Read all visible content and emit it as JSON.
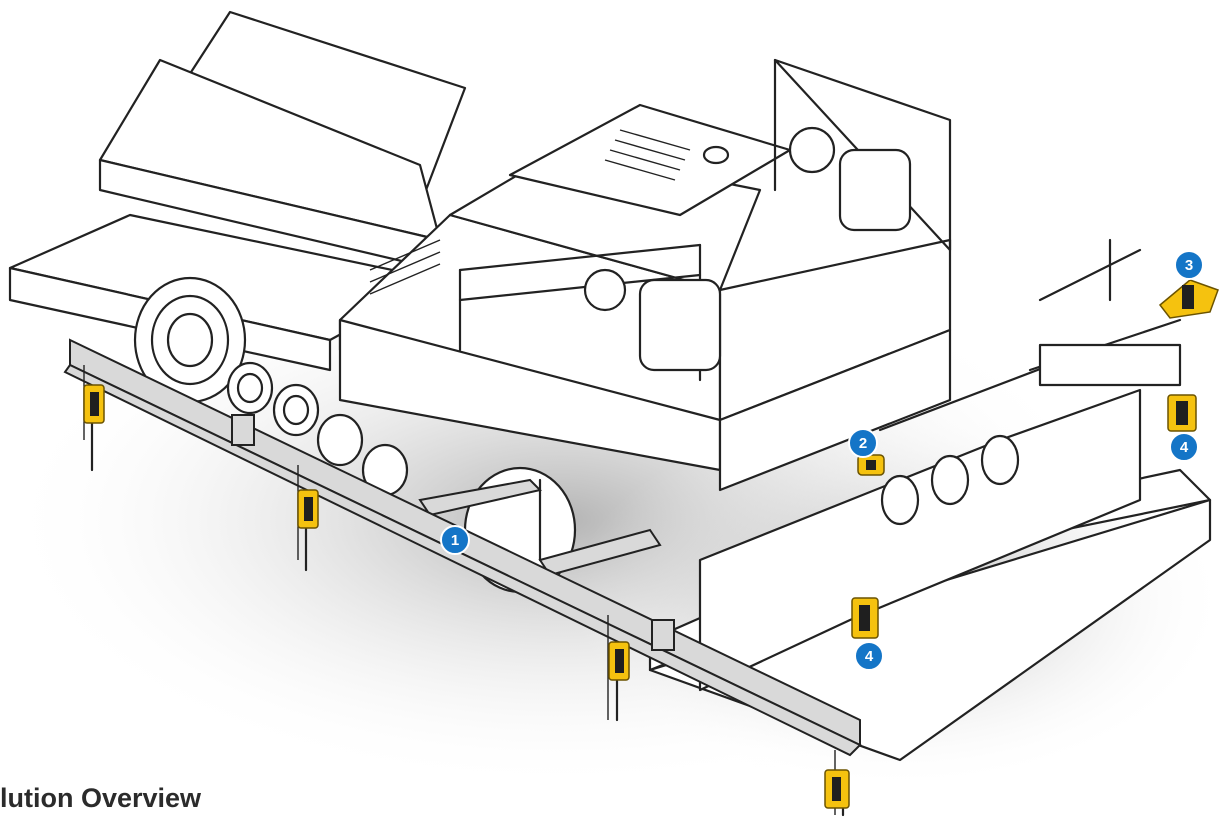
{
  "title": "lution Overview",
  "callouts": [
    {
      "label": "1"
    },
    {
      "label": "2"
    },
    {
      "label": "3"
    },
    {
      "label": "4"
    },
    {
      "label": "4"
    }
  ],
  "colors": {
    "accent_callout": "#1475c7",
    "sensor_yellow": "#f5c20f",
    "outline": "#222222",
    "shadow": "#b0b0b0"
  }
}
